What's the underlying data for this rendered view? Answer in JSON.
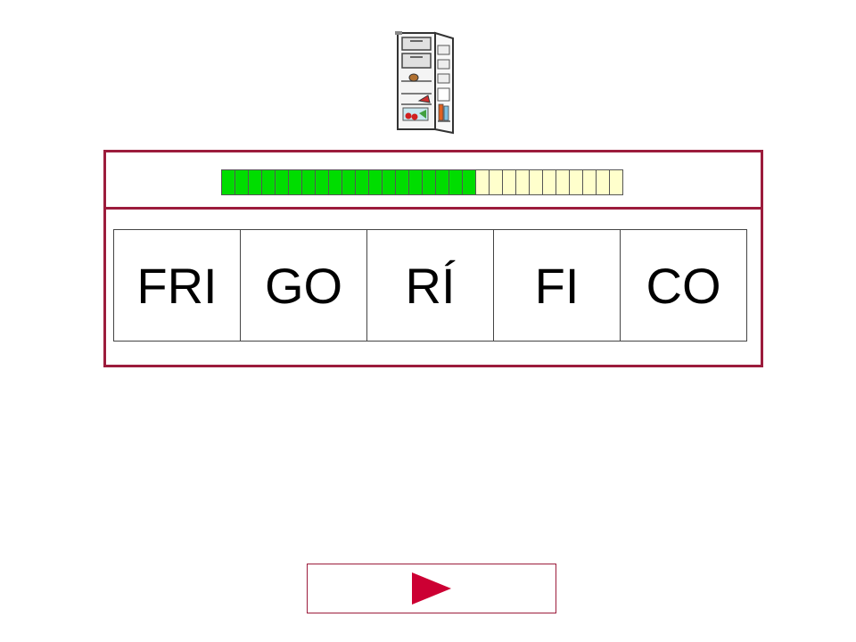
{
  "illustration": {
    "icon": "fridge-icon"
  },
  "progress": {
    "total_segments": 30,
    "completed_segments": 19,
    "done_color": "#00dd00",
    "todo_color": "#ffffcc"
  },
  "word_tiles": [
    {
      "label": "FRI"
    },
    {
      "label": "GO"
    },
    {
      "label": "RÍ"
    },
    {
      "label": "FI"
    },
    {
      "label": "CO"
    }
  ],
  "controls": {
    "next_icon": "play-arrow-icon",
    "accent_color": "#cc0033",
    "frame_color": "#9c1c3c"
  }
}
